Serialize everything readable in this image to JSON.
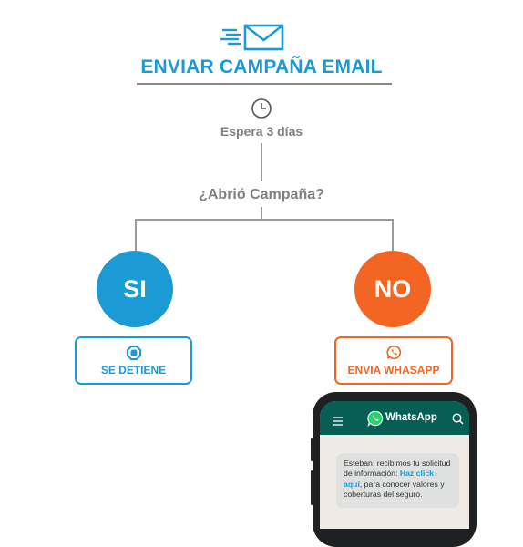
{
  "header": {
    "title": "ENVIAR CAMPAÑA EMAIL",
    "icon": "fast-email-icon"
  },
  "wait": {
    "icon": "clock-icon",
    "label": "Espera 3 días"
  },
  "decision": {
    "question": "¿Abrió Campaña?"
  },
  "branches": {
    "yes": {
      "label": "SI",
      "color": "#1b9ad6",
      "action_label": "SE DETIENE",
      "action_icon": "stop-hexagon-icon"
    },
    "no": {
      "label": "NO",
      "color": "#f26522",
      "action_label": "ENVIA WHASAPP",
      "action_icon": "whatsapp-icon"
    }
  },
  "phone": {
    "app_name": "WhatsApp",
    "message_before": "Esteban, recibimos tu solicitud de información: ",
    "message_link": "Haz click aquí",
    "message_after": ", para conocer valores y coberturas del seguro."
  },
  "colors": {
    "blue": "#1b9ad6",
    "orange": "#f26522",
    "gray": "#7f7f7f",
    "whatsapp_green": "#075e54"
  }
}
